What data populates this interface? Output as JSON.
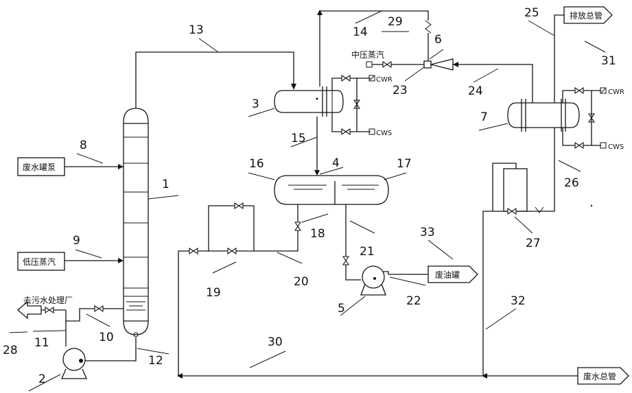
{
  "labels": {
    "wastewater_tank_pump": "废水罐泵",
    "low_pressure_steam": "低压蒸汽",
    "to_sewage_plant": "去污水处理厂",
    "medium_pressure_steam": "中压蒸汽",
    "waste_oil_tank": "废油罐",
    "discharge_header": "排放总管",
    "wastewater_header": "废水总管",
    "cwr_upper": "CWR",
    "cws_upper": "CWS",
    "cwr_right": "CWR",
    "cws_right": "CWS"
  },
  "numbers": {
    "n1": "1",
    "n2": "2",
    "n3": "3",
    "n4": "4",
    "n5": "5",
    "n6": "6",
    "n7": "7",
    "n8": "8",
    "n9": "9",
    "n10": "10",
    "n11": "11",
    "n12": "12",
    "n13": "13",
    "n14": "14",
    "n15": "15",
    "n16": "16",
    "n17": "17",
    "n18": "18",
    "n19": "19",
    "n20": "20",
    "n21": "21",
    "n22": "22",
    "n23": "23",
    "n24": "24",
    "n25": "25",
    "n26": "26",
    "n27": "27",
    "n28": "28",
    "n29": "29",
    "n30": "30",
    "n31": "31",
    "n32": "32",
    "n33": "33"
  }
}
